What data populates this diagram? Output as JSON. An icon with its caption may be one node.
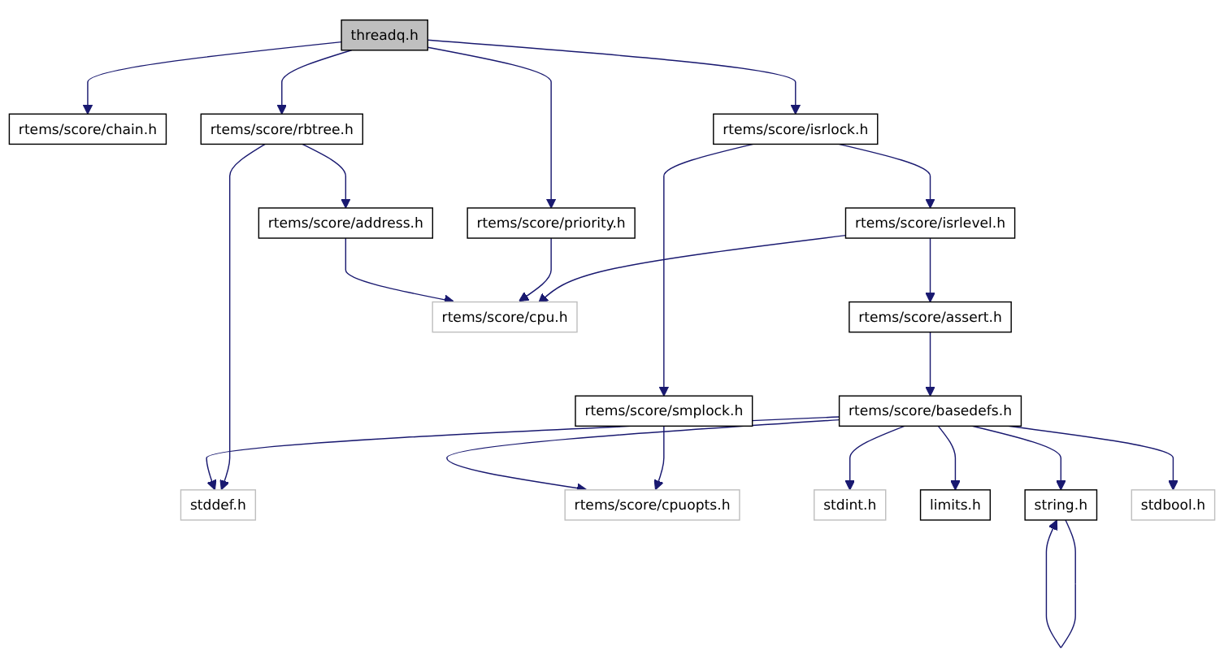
{
  "diagram": {
    "nodes": [
      {
        "text": [
          "threadq.h"
        ]
      },
      {
        "text": [
          "rtems/score/chain.h"
        ]
      },
      {
        "text": [
          "rtems/score/isrlock.h"
        ]
      },
      {
        "text": [
          "rtems/score/rbtree.h"
        ]
      },
      {
        "text": [
          "rtems/score/isrlevel.h"
        ]
      },
      {
        "text": [
          "rtems/score/priority.h"
        ]
      },
      {
        "text": [
          "rtems/score/address.h"
        ]
      },
      {
        "text": [
          "rtems/score/cpu.h"
        ]
      },
      {
        "text": [
          "rtems/score/assert.h"
        ]
      },
      {
        "text": [
          "rtems/score/smplock.h"
        ]
      },
      {
        "text": [
          "rtems/score/basedefs.h"
        ]
      },
      {
        "text": [
          "rtems/score/cpuopts.h"
        ]
      },
      {
        "text": [
          "stdint.h"
        ]
      },
      {
        "text": [
          "limits.h"
        ]
      },
      {
        "text": [
          "string.h"
        ]
      },
      {
        "text": [
          "stdbool.h"
        ]
      },
      {
        "text": [
          "stddef.h"
        ]
      }
    ],
    "edges": [
      {
        "from": 0,
        "to": 1,
        "arrow": "to"
      },
      {
        "from": 0,
        "to": 2,
        "arrow": "to"
      },
      {
        "from": 0,
        "to": 5,
        "arrow": "to"
      },
      {
        "from": 0,
        "to": 3,
        "arrow": "to"
      },
      {
        "from": 2,
        "to": 4,
        "arrow": "to"
      },
      {
        "from": 2,
        "to": 9,
        "arrow": "to"
      },
      {
        "from": 3,
        "to": 6,
        "arrow": "to"
      },
      {
        "from": 3,
        "to": 16,
        "arrow": "to"
      },
      {
        "from": 4,
        "to": 8,
        "arrow": "to"
      },
      {
        "from": 4,
        "to": 7,
        "arrow": "to"
      },
      {
        "from": 5,
        "to": 7,
        "arrow": "to"
      },
      {
        "from": 6,
        "to": 7,
        "arrow": "to"
      },
      {
        "from": 8,
        "to": 10,
        "arrow": "to"
      },
      {
        "from": 9,
        "to": 11,
        "arrow": "to"
      },
      {
        "from": 10,
        "to": 11,
        "arrow": "to"
      },
      {
        "from": 10,
        "to": 12,
        "arrow": "to"
      },
      {
        "from": 10,
        "to": 13,
        "arrow": "to"
      },
      {
        "from": 10,
        "to": 14,
        "arrow": "to"
      },
      {
        "from": 10,
        "to": 15,
        "arrow": "to"
      },
      {
        "from": 10,
        "to": 16,
        "arrow": "to"
      },
      {
        "from": 14,
        "to": 14,
        "arrow": "to"
      }
    ]
  }
}
